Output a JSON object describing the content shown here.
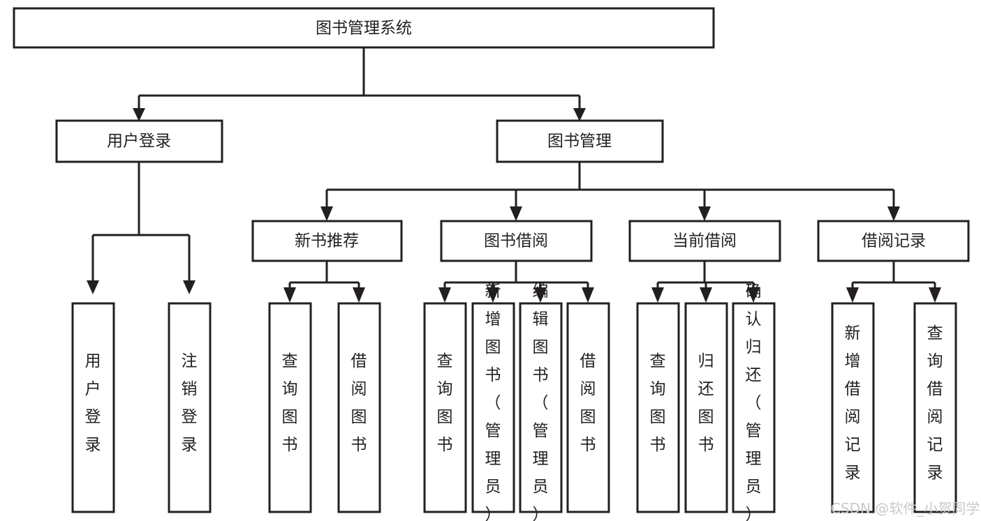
{
  "diagram": {
    "title_box": {
      "label": "图书管理系统"
    },
    "level2": [
      {
        "id": "user-login",
        "label": "用户登录"
      },
      {
        "id": "book-management",
        "label": "图书管理"
      }
    ],
    "level3": [
      {
        "id": "new-book-recommend",
        "label": "新书推荐"
      },
      {
        "id": "book-borrow",
        "label": "图书借阅"
      },
      {
        "id": "current-borrow",
        "label": "当前借阅"
      },
      {
        "id": "borrow-record",
        "label": "借阅记录"
      }
    ],
    "leaves": {
      "user_login": [
        {
          "id": "leaf-user-login",
          "label": "用户登录"
        },
        {
          "id": "leaf-logout-login",
          "label": "注销登录"
        }
      ],
      "new_book_recommend": [
        {
          "id": "leaf-query-book-1",
          "label": "查询图书"
        },
        {
          "id": "leaf-borrow-book-1",
          "label": "借阅图书"
        }
      ],
      "book_borrow": [
        {
          "id": "leaf-query-book-2",
          "label": "查询图书"
        },
        {
          "id": "leaf-add-book",
          "label": "新增图书（管理员）"
        },
        {
          "id": "leaf-edit-book",
          "label": "编辑图书（管理员）"
        },
        {
          "id": "leaf-borrow-book-2",
          "label": "借阅图书"
        }
      ],
      "current_borrow": [
        {
          "id": "leaf-query-book-3",
          "label": "查询图书"
        },
        {
          "id": "leaf-return-book",
          "label": "归还图书"
        },
        {
          "id": "leaf-confirm-return",
          "label": "确认归还（管理员）"
        }
      ],
      "borrow_record": [
        {
          "id": "leaf-add-record",
          "label": "新增借阅记录"
        },
        {
          "id": "leaf-query-record",
          "label": "查询借阅记录"
        }
      ]
    }
  },
  "watermark": {
    "text": "CSDN @软件_小贺同学"
  },
  "colors": {
    "stroke": "#231f20",
    "fill": "#ffffff",
    "background": "#ffffff",
    "watermark": "#c9c9c9"
  }
}
